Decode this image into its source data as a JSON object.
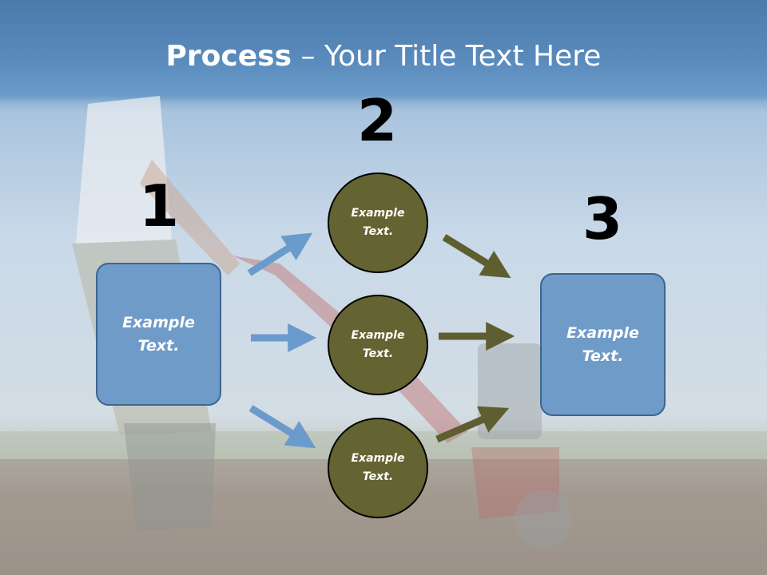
{
  "slide": {
    "title_bold": "Process",
    "title_rest": " – Your Title Text Here"
  },
  "steps": {
    "step1": {
      "number": "1",
      "box_line1": "Example",
      "box_line2": "Text."
    },
    "step2": {
      "number": "2",
      "circles": [
        {
          "line1": "Example",
          "line2": "Text."
        },
        {
          "line1": "Example",
          "line2": "Text."
        },
        {
          "line1": "Example",
          "line2": "Text."
        }
      ]
    },
    "step3": {
      "number": "3",
      "box_line1": "Example",
      "box_line2": "Text."
    }
  },
  "colors": {
    "header": "#5a8bbd",
    "box_fill": "#6f9bc8",
    "box_border": "#3f6590",
    "circle_fill": "#646432",
    "arrow_blue": "#6a9bcc",
    "arrow_olive": "#5e5e30"
  }
}
